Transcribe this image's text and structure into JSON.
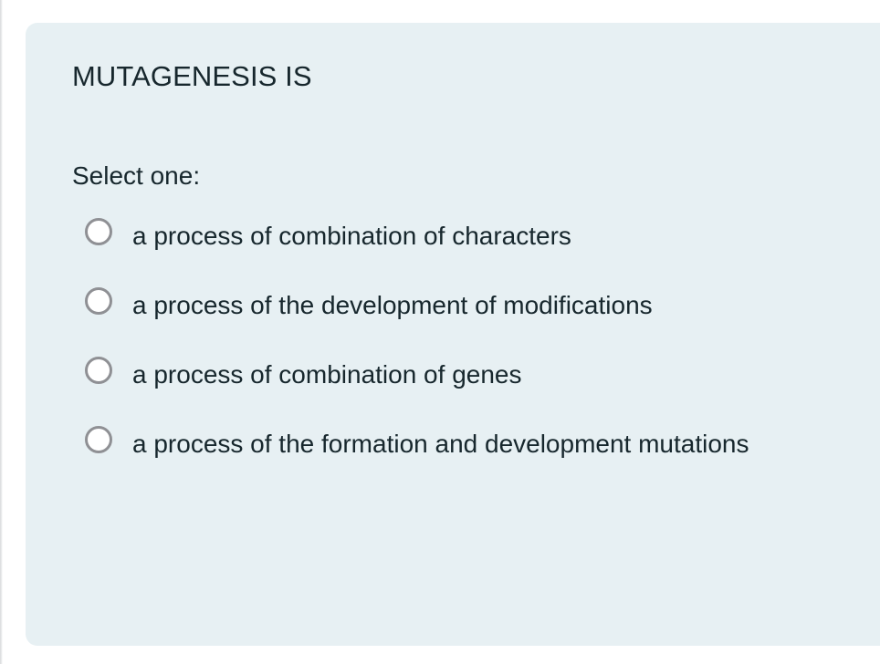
{
  "card": {
    "background_color": "#e7f0f3",
    "text_color": "#17272d"
  },
  "question": {
    "title": "MUTAGENESIS IS",
    "select_prompt": "Select one:",
    "options": [
      {
        "label": "a process of combination of characters",
        "selected": false
      },
      {
        "label": "a process of the development of modifications",
        "selected": false
      },
      {
        "label": "a process of combination of genes",
        "selected": false
      },
      {
        "label": "a process of the formation and development mutations",
        "selected": false
      }
    ]
  }
}
